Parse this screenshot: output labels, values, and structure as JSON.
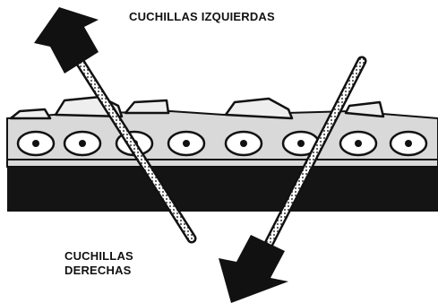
{
  "labels": {
    "left_cutters": "CUCHILLAS IZQUIERDAS",
    "right_cutters_line1": "CUCHILLAS",
    "right_cutters_line2": "DERECHAS"
  },
  "colors": {
    "ink": "#111111",
    "chain_fill": "#d9d9d9",
    "bar": "#141414",
    "background": "#ffffff"
  },
  "icons": {
    "up_left_arrow": "arrow-up-left-icon",
    "down_left_arrow": "arrow-down-left-icon"
  }
}
